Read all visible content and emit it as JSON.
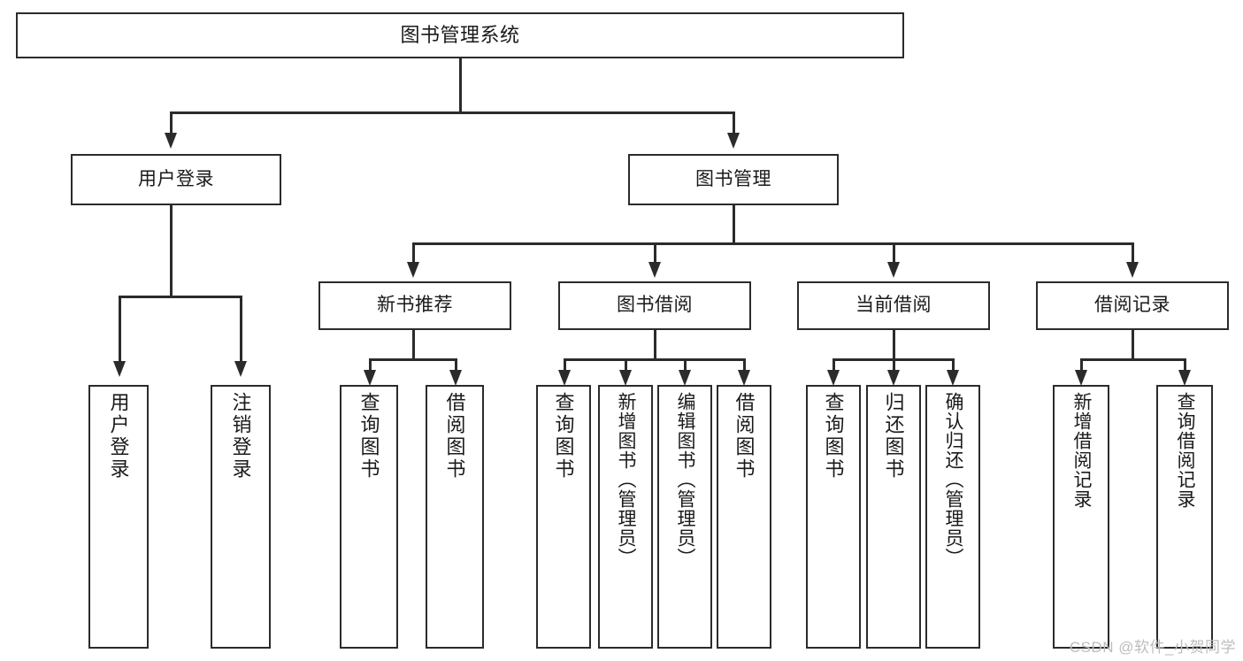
{
  "diagram": {
    "title": "图书管理系统",
    "type": "tree-hierarchy",
    "nodes": {
      "root": {
        "label": "图书管理系统"
      },
      "level2": [
        {
          "id": "user-login",
          "label": "用户登录"
        },
        {
          "id": "book-management",
          "label": "图书管理"
        }
      ],
      "level3": [
        {
          "id": "new-book-recommend",
          "label": "新书推荐"
        },
        {
          "id": "book-borrow",
          "label": "图书借阅"
        },
        {
          "id": "current-borrow",
          "label": "当前借阅"
        },
        {
          "id": "borrow-record",
          "label": "借阅记录"
        }
      ],
      "leaves": [
        {
          "id": "leaf-user-login",
          "label": "用户登录",
          "parent": "user-login"
        },
        {
          "id": "leaf-logout-login",
          "label": "注销登录",
          "parent": "user-login"
        },
        {
          "id": "leaf-query-book-1",
          "label": "查询图书",
          "parent": "new-book-recommend"
        },
        {
          "id": "leaf-borrow-book-1",
          "label": "借阅图书",
          "parent": "new-book-recommend"
        },
        {
          "id": "leaf-query-book-2",
          "label": "查询图书",
          "parent": "book-borrow"
        },
        {
          "id": "leaf-add-book",
          "label": "新增图书（管理员）",
          "parent": "book-borrow"
        },
        {
          "id": "leaf-edit-book",
          "label": "编辑图书（管理员）",
          "parent": "book-borrow"
        },
        {
          "id": "leaf-borrow-book-2",
          "label": "借阅图书",
          "parent": "book-borrow"
        },
        {
          "id": "leaf-query-book-3",
          "label": "查询图书",
          "parent": "current-borrow"
        },
        {
          "id": "leaf-return-book",
          "label": "归还图书",
          "parent": "current-borrow"
        },
        {
          "id": "leaf-confirm-return",
          "label": "确认归还（管理员）",
          "parent": "current-borrow"
        },
        {
          "id": "leaf-add-record",
          "label": "新增借阅记录",
          "parent": "borrow-record"
        },
        {
          "id": "leaf-query-record",
          "label": "查询借阅记录",
          "parent": "borrow-record"
        }
      ]
    },
    "colors": {
      "stroke": "#2b2b2b",
      "fill": "#ffffff",
      "text": "#1a1a1a",
      "watermark": "#bdbdbd"
    }
  },
  "watermark": {
    "text": "CSDN @软件_小贺同学"
  }
}
